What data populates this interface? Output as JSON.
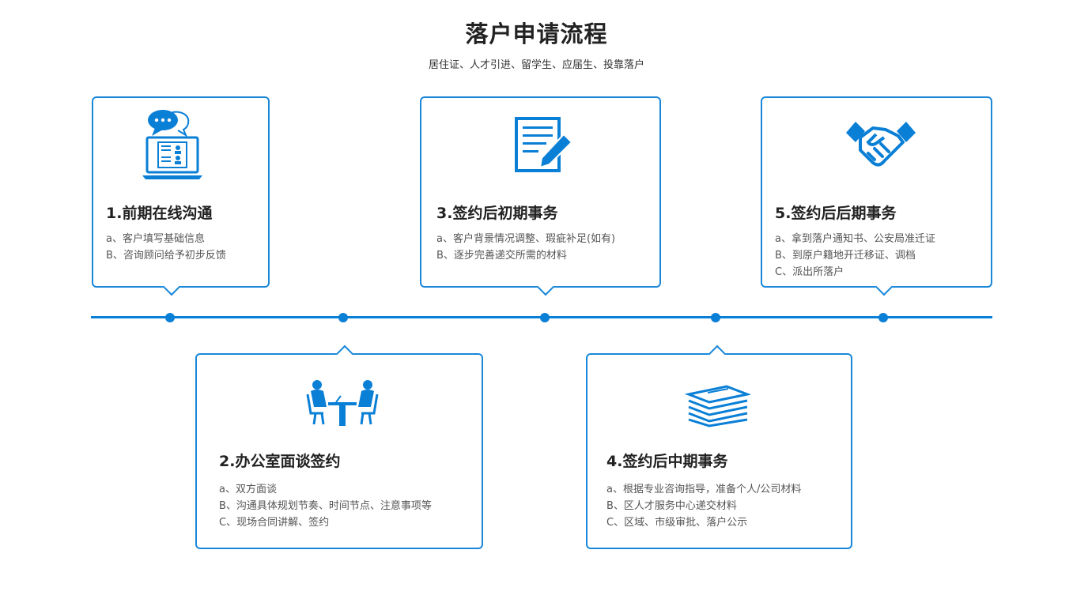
{
  "header": {
    "title": "落户申请流程",
    "subtitle": "居住证、人才引进、留学生、应届生、投靠落户"
  },
  "colors": {
    "accent": "#0a7fd6",
    "border": "#1a87d9"
  },
  "steps": [
    {
      "title": "1.前期在线沟通",
      "icon": "online-chat-computer-icon",
      "items": [
        "a、客户填写基础信息",
        "B、咨询顾问给予初步反馈"
      ]
    },
    {
      "title": "2.办公室面谈签约",
      "icon": "office-meeting-icon",
      "items": [
        "a、双方面谈",
        "B、沟通具体规划节奏、时间节点、注意事项等",
        "C、现场合同讲解、签约"
      ]
    },
    {
      "title": "3.签约后初期事务",
      "icon": "document-edit-icon",
      "items": [
        "a、客户背景情况调整、瑕疵补足(如有)",
        "B、逐步完善递交所需的材料"
      ]
    },
    {
      "title": "4.签约后中期事务",
      "icon": "paper-stack-icon",
      "items": [
        "a、根据专业咨询指导，准备个人/公司材料",
        "B、区人才服务中心递交材料",
        "C、区域、市级审批、落户公示"
      ]
    },
    {
      "title": "5.签约后后期事务",
      "icon": "handshake-icon",
      "items": [
        "a、拿到落户通知书、公安局准迁证",
        "B、到原户籍地开迁移证、调档",
        "C、派出所落户"
      ]
    }
  ]
}
